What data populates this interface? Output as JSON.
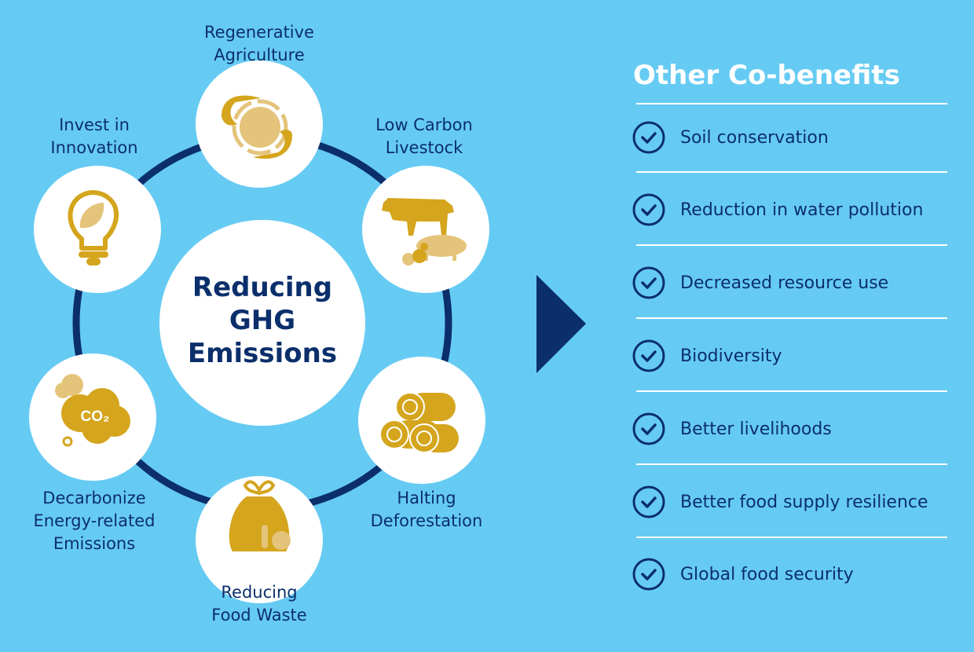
{
  "colors": {
    "background": "#66CBF3",
    "navy": "#0B2F6B",
    "gold": "#D4A51D",
    "light_gold": "#E4C47A",
    "white": "#FFFFFF"
  },
  "center": {
    "lines": [
      "Reducing",
      "GHG",
      "Emissions"
    ]
  },
  "levers": [
    {
      "label_lines": [
        "Regenerative",
        "Agriculture"
      ],
      "icon": "leaf-cycle-icon"
    },
    {
      "label_lines": [
        "Low Carbon",
        "Livestock"
      ],
      "icon": "livestock-icon"
    },
    {
      "label_lines": [
        "Halting",
        "Deforestation"
      ],
      "icon": "logs-icon"
    },
    {
      "label_lines": [
        "Reducing",
        "Food Waste"
      ],
      "icon": "food-waste-bag-icon"
    },
    {
      "label_lines": [
        "Decarbonize",
        "Energy-related",
        "Emissions"
      ],
      "icon": "co2-cloud-icon",
      "icon_text": "CO₂"
    },
    {
      "label_lines": [
        "Invest in",
        "Innovation"
      ],
      "icon": "lightbulb-leaf-icon"
    }
  ],
  "right_panel": {
    "title": "Other Co-benefits",
    "items": [
      "Soil conservation",
      "Reduction in water pollution",
      "Decreased resource use",
      "Biodiversity",
      "Better livelihoods",
      "Better food supply resilience",
      "Global food security"
    ]
  }
}
